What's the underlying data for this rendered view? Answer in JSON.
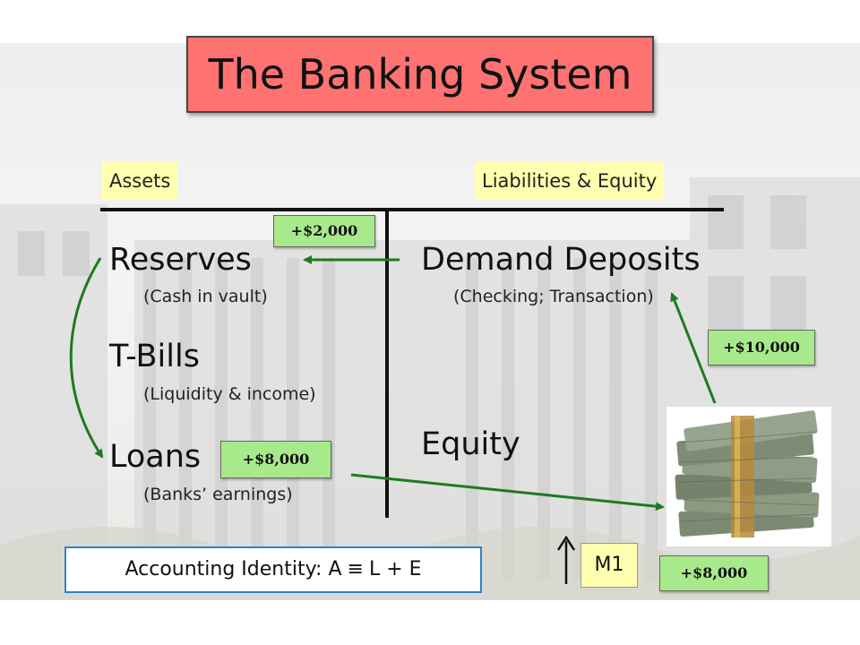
{
  "title": "The Banking System",
  "headers": {
    "assets": "Assets",
    "liabilities": "Liabilities & Equity"
  },
  "assets": [
    {
      "label": "Reserves",
      "note": "(Cash in vault)"
    },
    {
      "label": "T-Bills",
      "note": "(Liquidity & income)"
    },
    {
      "label": "Loans",
      "note": "(Banks’ earnings)"
    }
  ],
  "liabilities": [
    {
      "label": "Demand Deposits",
      "note": "(Checking; Transaction)"
    },
    {
      "label": "Equity",
      "note": ""
    }
  ],
  "tags": {
    "reserves_change": "+$2,000",
    "deposits_change": "+$10,000",
    "loans_change": "+$8,000",
    "money_change": "+$8,000"
  },
  "identity": {
    "prefix": "Accounting Identity:",
    "lhs": "A",
    "relation": "≡",
    "rhs": "L + E"
  },
  "money_supply": "M1",
  "colors": {
    "title_bg": "#ff7272",
    "header_bg": "#ffffb0",
    "tag_bg": "#a8e98c",
    "arrow": "#1f7a1f",
    "identity_border": "#2d82c8"
  }
}
